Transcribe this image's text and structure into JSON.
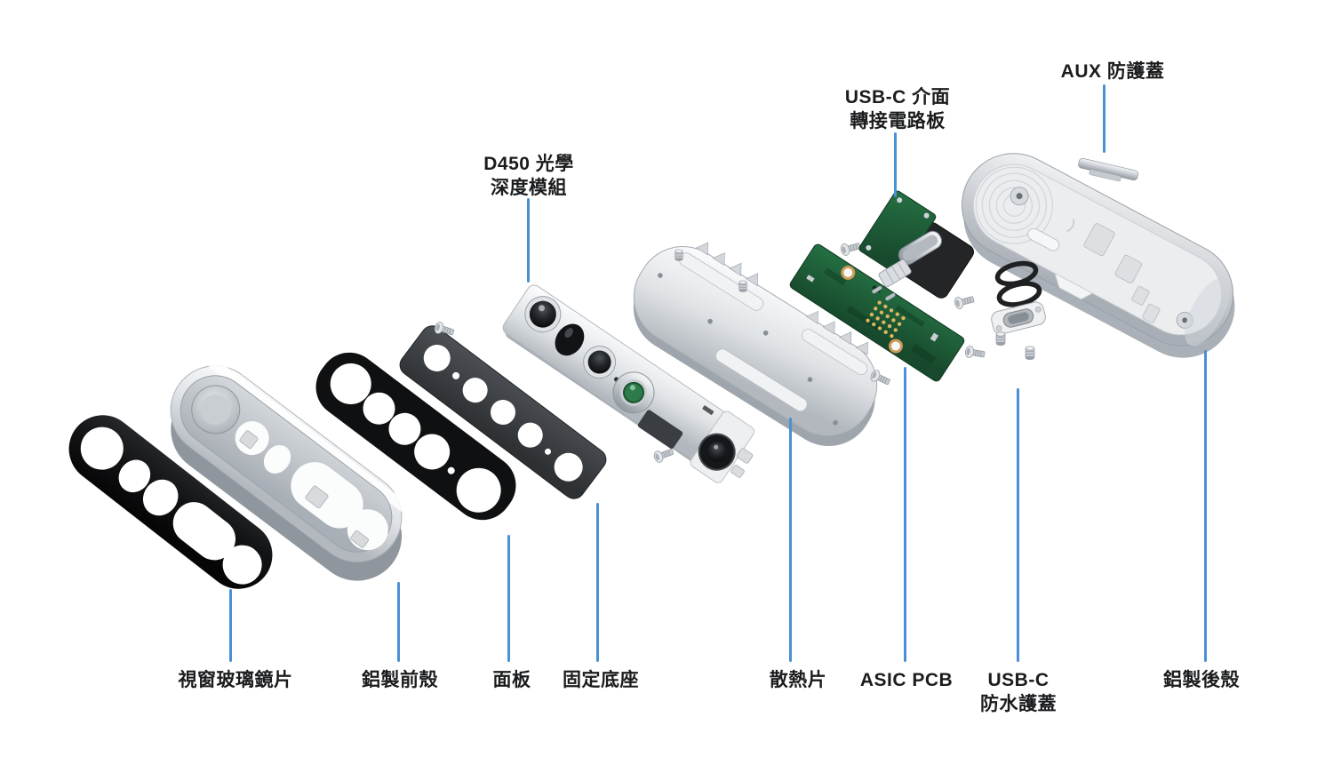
{
  "figure": {
    "type": "exploded-view-product-diagram",
    "colors": {
      "background": "#ffffff",
      "leader_line": "#4a90d4",
      "label_text": "#1b1c1e",
      "pcb_green": "#1e5c36",
      "metal_silver": "#d7dbdf",
      "glass_black": "#101113",
      "base_dark_gray": "#3a3d40",
      "projector_lens_green": "#2d7a4a"
    }
  },
  "callouts": {
    "d450_module": {
      "line1": "D450 光學",
      "line2": "深度模組"
    },
    "usbc_adapter_board": {
      "line1": "USB-C 介面",
      "line2": "轉接電路板"
    },
    "aux_cover": {
      "line1": "AUX 防護蓋"
    },
    "window_glass": {
      "line1": "視窗玻璃鏡片"
    },
    "front_shell": {
      "line1": "鋁製前殼"
    },
    "panel": {
      "line1": "面板"
    },
    "mount_base": {
      "line1": "固定底座"
    },
    "heatsink": {
      "line1": "散熱片"
    },
    "asic_pcb": {
      "line1": "ASIC PCB"
    },
    "usbc_waterproof_cover": {
      "line1": "USB-C",
      "line2": "防水護蓋"
    },
    "back_shell": {
      "line1": "鋁製後殼"
    }
  }
}
